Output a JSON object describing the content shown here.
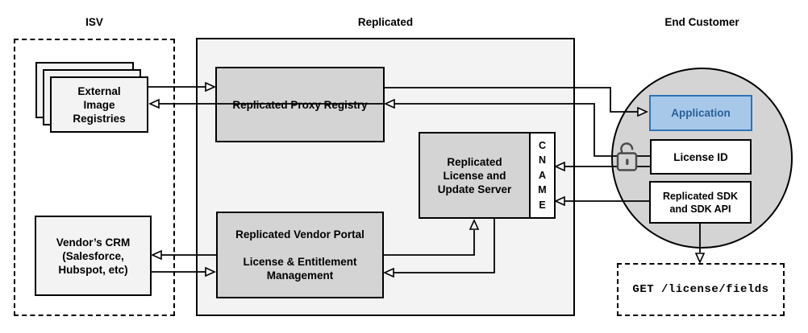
{
  "diagram": {
    "sections": {
      "isv": "ISV",
      "replicated": "Replicated",
      "end_customer": "End Customer"
    },
    "isv": {
      "external_registries": "External\nImage\nRegistries",
      "vendors_crm": "Vendor’s CRM\n(Salesforce,\nHubspot, etc)"
    },
    "replicated": {
      "proxy_registry": "Replicated Proxy Registry",
      "license_update_server": "Replicated\nLicense and\nUpdate Server",
      "cname": "C\nN\nA\nM\nE",
      "vendor_portal": "Replicated Vendor Portal\n\nLicense & Entitlement\nManagement"
    },
    "end_customer": {
      "application": "Application",
      "license_id": "License ID",
      "replicated_sdk": "Replicated SDK\nand SDK API",
      "api_call": "GET /license/fields"
    },
    "icons": {
      "unlock_icon": "open-padlock"
    },
    "colors": {
      "panel_gray": "#f3f3f3",
      "box_gray": "#d4d4d4",
      "circle_gray": "#d4d4d4",
      "app_fill": "#a8c8ea",
      "app_border": "#2e74b5",
      "app_text": "#2a6099",
      "line": "#000000",
      "lock": "#4a4a4a"
    }
  }
}
